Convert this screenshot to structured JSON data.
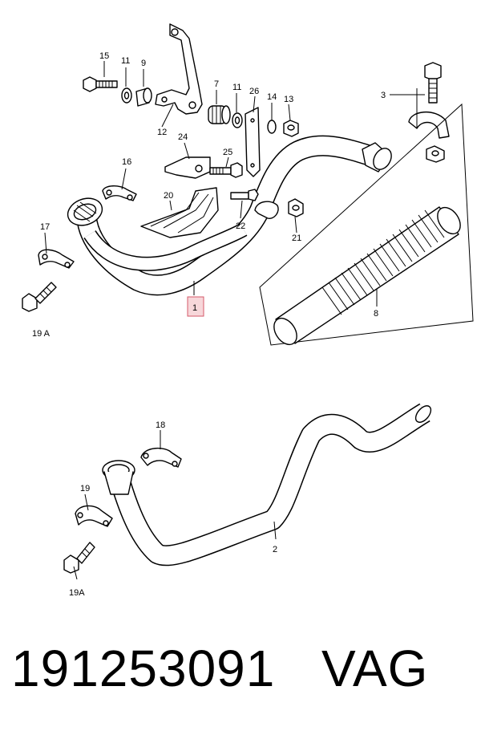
{
  "upper_diagram": {
    "callouts": [
      "15",
      "11",
      "9",
      "7",
      "11",
      "26",
      "14",
      "13",
      "3",
      "24",
      "25",
      "16",
      "20",
      "22",
      "21",
      "17",
      "1",
      "19 A",
      "8",
      "12"
    ],
    "highlighted_callout": "1"
  },
  "lower_diagram": {
    "callouts": [
      "18",
      "19",
      "2",
      "19A"
    ]
  },
  "footer": {
    "part_number": "191253091",
    "brand": "VAG"
  }
}
